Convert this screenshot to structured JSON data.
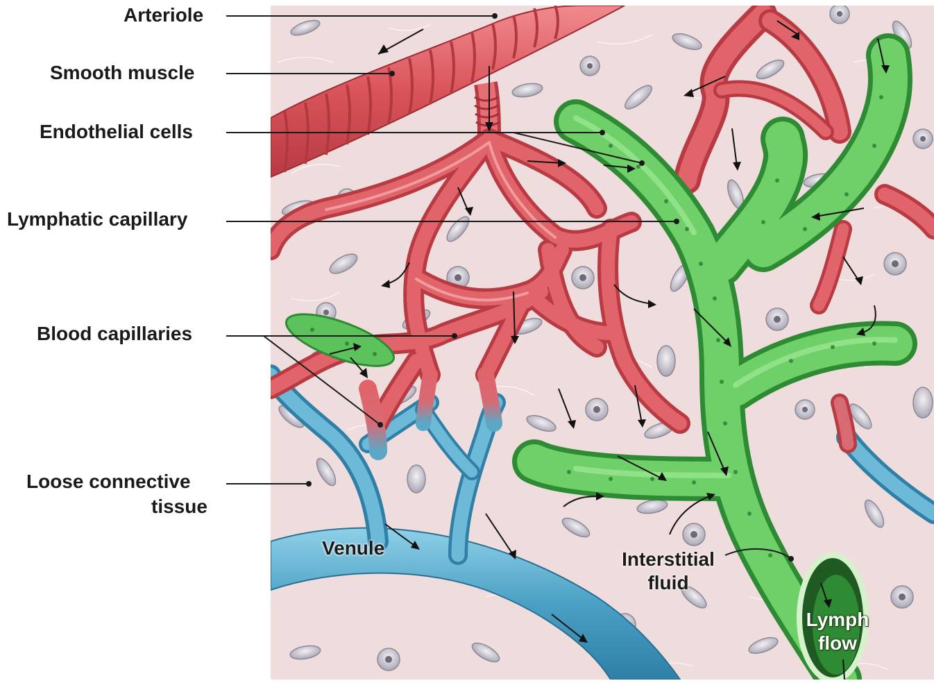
{
  "labels": {
    "arteriole": "Arteriole",
    "smooth_muscle": "Smooth muscle",
    "endothelial_cells": "Endothelial cells",
    "lymphatic_capillary": "Lymphatic capillary",
    "blood_capillaries": "Blood capillaries",
    "loose_connective_tissue_1": "Loose connective",
    "loose_connective_tissue_2": "tissue",
    "venule": "Venule",
    "interstitial_fluid_1": "Interstitial",
    "interstitial_fluid_2": "fluid",
    "lymph_flow_1": "Lymph",
    "lymph_flow_2": "flow"
  },
  "colors": {
    "tissue": "#efdcdc",
    "arteriole": "#d9545a",
    "capillary": "#e0646a",
    "venule": "#5aa8c8",
    "lymphatic": "#5cc25c",
    "leader": "#1a1a1a"
  }
}
